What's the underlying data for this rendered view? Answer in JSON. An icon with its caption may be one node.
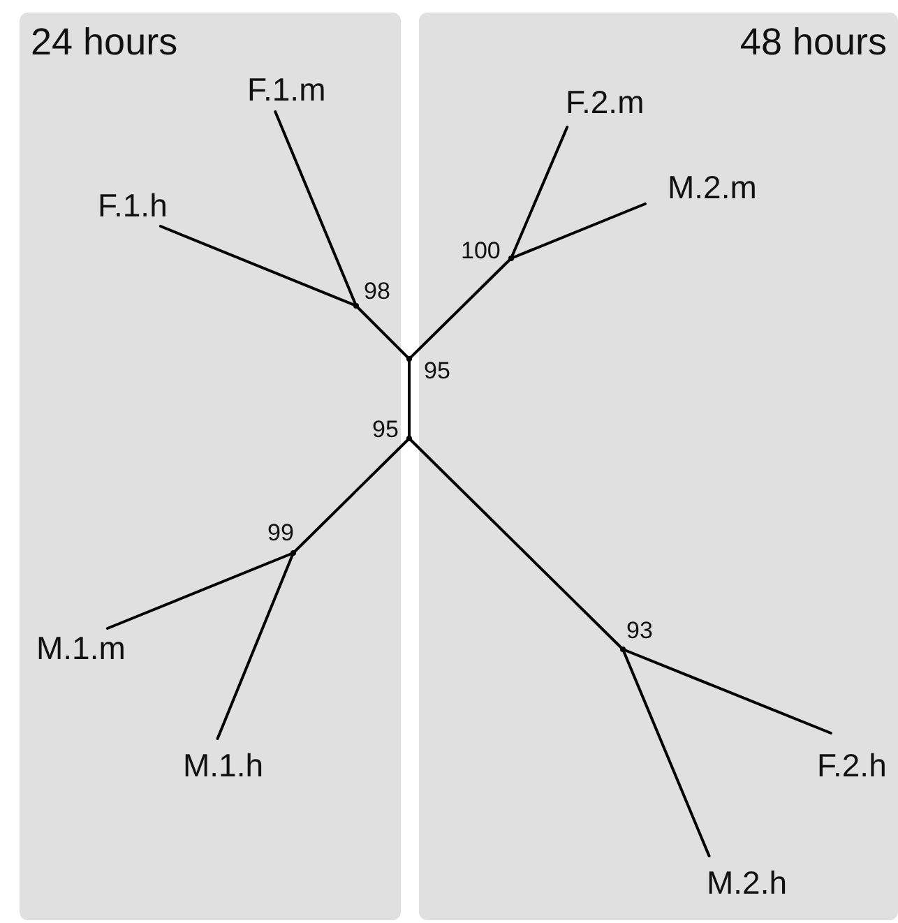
{
  "diagram": {
    "nodes": [
      {
        "text": [
          "24 hours"
        ]
      },
      {
        "text": [
          "48 hours"
        ]
      },
      {
        "text": [
          "F.1.m"
        ],
        "in": 0
      },
      {
        "text": [
          "F.2.m"
        ],
        "in": 1
      },
      {
        "text": [
          "M.2.m"
        ],
        "in": 1
      },
      {
        "text": [
          "F.1.h"
        ],
        "in": 0
      },
      {
        "text": [],
        "shape": "point",
        "beside": [
          "100"
        ],
        "in": 1
      },
      {
        "text": [],
        "shape": "point",
        "beside": [
          "98"
        ],
        "in": 0
      },
      {
        "text": [],
        "shape": "point",
        "beside": [
          "95"
        ]
      },
      {
        "text": [],
        "shape": "point",
        "beside": [
          "95"
        ]
      },
      {
        "text": [],
        "shape": "point",
        "beside": [
          "99"
        ],
        "in": 0
      },
      {
        "text": [
          "M.1.m"
        ],
        "in": 0
      },
      {
        "text": [],
        "shape": "point",
        "beside": [
          "93"
        ],
        "in": 1
      },
      {
        "text": [
          "M.1.h"
        ],
        "in": 0
      },
      {
        "text": [
          "F.2.h"
        ],
        "in": 1
      },
      {
        "text": [
          "M.2.h"
        ],
        "in": 1
      }
    ],
    "edges": [
      {
        "from": 7,
        "to": 2,
        "arrow": "none"
      },
      {
        "from": 7,
        "to": 5,
        "arrow": "none"
      },
      {
        "from": 8,
        "to": 7,
        "arrow": "none"
      },
      {
        "from": 8,
        "to": 6,
        "arrow": "none"
      },
      {
        "from": 6,
        "to": 3,
        "arrow": "none"
      },
      {
        "from": 6,
        "to": 4,
        "arrow": "none"
      },
      {
        "from": 8,
        "to": 9,
        "arrow": "none"
      },
      {
        "from": 9,
        "to": 10,
        "arrow": "none"
      },
      {
        "from": 10,
        "to": 11,
        "arrow": "none"
      },
      {
        "from": 10,
        "to": 13,
        "arrow": "none"
      },
      {
        "from": 9,
        "to": 12,
        "arrow": "none"
      },
      {
        "from": 12,
        "to": 14,
        "arrow": "none"
      },
      {
        "from": 12,
        "to": 15,
        "arrow": "none"
      }
    ]
  }
}
